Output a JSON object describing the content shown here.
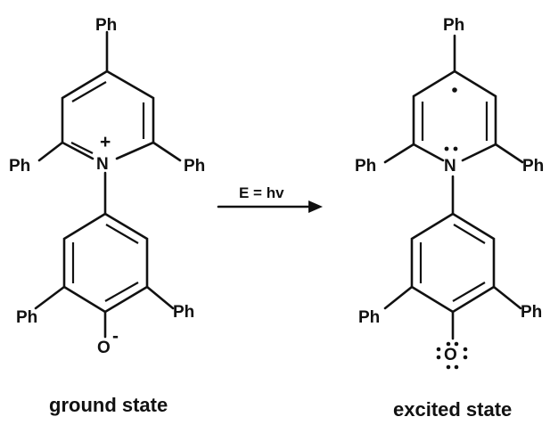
{
  "reaction": {
    "ground_state": {
      "caption": "ground state",
      "substituent_labels": [
        "Ph",
        "Ph",
        "Ph",
        "Ph",
        "Ph"
      ],
      "nitrogen": "N",
      "nitrogen_charge": "+",
      "oxygen": "O",
      "oxygen_charge": "-"
    },
    "arrow": {
      "label": "E = hv",
      "direction": "right"
    },
    "excited_state": {
      "caption": "excited state",
      "substituent_labels": [
        "Ph",
        "Ph",
        "Ph",
        "Ph",
        "Ph"
      ],
      "nitrogen": "N",
      "oxygen": "O",
      "radical_dot": "·"
    },
    "color": "#111111"
  }
}
